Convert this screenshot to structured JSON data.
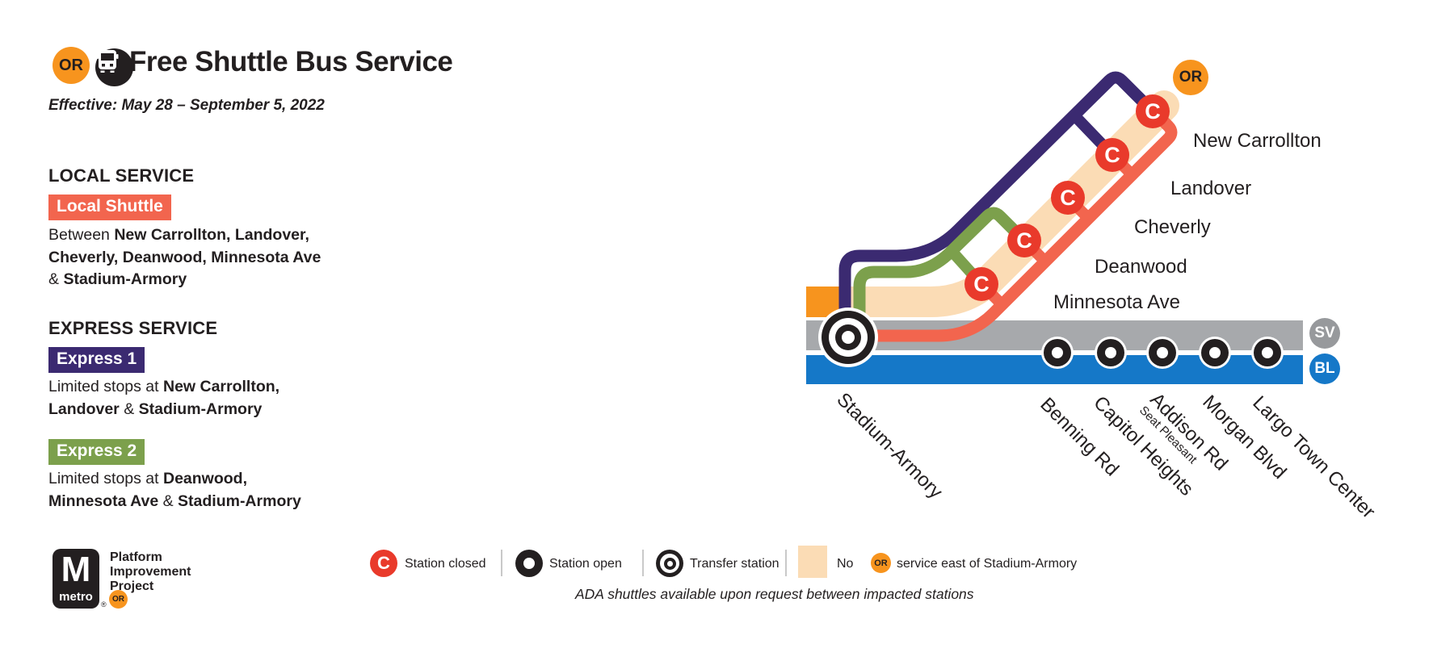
{
  "header": {
    "or_badge": "OR",
    "title": "Free Shuttle Bus Service",
    "effective": "Effective: May 28 – September 5, 2022"
  },
  "local": {
    "heading": "LOCAL SERVICE",
    "badge": "Local Shuttle",
    "desc": [
      {
        "t": "Between "
      },
      {
        "t": "New Carrollton, Landover,",
        "b": 1
      },
      {
        "br": 1
      },
      {
        "t": "Cheverly, Deanwood, Minnesota Ave",
        "b": 1
      },
      {
        "br": 1
      },
      {
        "t": "& "
      },
      {
        "t": "Stadium-Armory",
        "b": 1
      }
    ]
  },
  "express": {
    "heading": "EXPRESS SERVICE",
    "e1_badge": "Express 1",
    "e1_desc": [
      {
        "t": "Limited stops at "
      },
      {
        "t": "New Carrollton,",
        "b": 1
      },
      {
        "br": 1
      },
      {
        "t": "Landover",
        "b": 1
      },
      {
        "t": " & "
      },
      {
        "t": "Stadium-Armory",
        "b": 1
      }
    ],
    "e2_badge": "Express 2",
    "e2_desc": [
      {
        "t": "Limited stops at "
      },
      {
        "t": "Deanwood,",
        "b": 1
      },
      {
        "br": 1
      },
      {
        "t": "Minnesota Ave",
        "b": 1
      },
      {
        "t": " & "
      },
      {
        "t": "Stadium-Armory",
        "b": 1
      }
    ]
  },
  "map": {
    "terminal_badge": "OR",
    "sv_badge": "SV",
    "bl_badge": "BL",
    "closed_marker": "C",
    "transfer_station": "Stadium-Armory",
    "closed_stations": [
      {
        "label": "New Carrollton"
      },
      {
        "label": "Landover"
      },
      {
        "label": "Cheverly"
      },
      {
        "label": "Deanwood"
      },
      {
        "label": "Minnesota Ave"
      }
    ],
    "open_stations": [
      {
        "label": "Benning Rd"
      },
      {
        "label": "Capitol Heights"
      },
      {
        "label": "Addison Rd",
        "sub": "Seat Pleasant"
      },
      {
        "label": "Morgan Blvd"
      },
      {
        "label": "Largo Town Center"
      }
    ]
  },
  "legend": {
    "closed": "Station closed",
    "open": "Station open",
    "transfer": "Transfer station",
    "no_service_prefix": "No",
    "no_service_badge": "OR",
    "no_service_suffix": "service east of Stadium-Armory",
    "ada": "ADA shuttles available upon request between impacted stations"
  },
  "footer": {
    "m": "M",
    "metro": "metro",
    "reg": "®",
    "project_lines": [
      "Platform",
      "Improvement",
      "Project"
    ],
    "or_badge": "OR"
  },
  "colors": {
    "orange": "#F7941E",
    "peach": "#FBDCB5",
    "shuttle_red": "#F2654E",
    "closed_red": "#E93A2B",
    "express1_purple": "#3B2A71",
    "express2_green": "#7CA04C",
    "silver": "#A7A9AC",
    "silver_badge": "#97999C",
    "blue": "#1578C8",
    "ink": "#231F20"
  }
}
